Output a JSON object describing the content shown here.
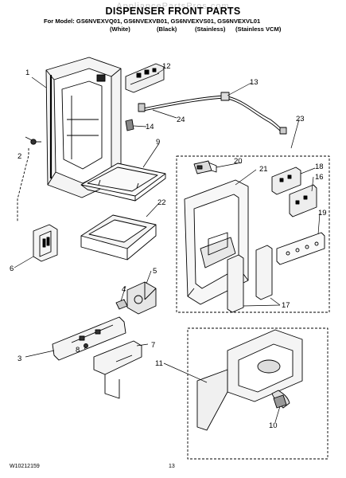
{
  "watermark": "AppliancePartsPros.com",
  "title": "DISPENSER FRONT PARTS",
  "models_line": "For Model: GS6NVEXVQ01, GS6NVEXVB01, GS6NVEXVS01, GS6NVEXVL01",
  "colors": [
    "(White)",
    "(Black)",
    "(Stainless)",
    "(Stainless VCM)"
  ],
  "callouts": {
    "c1": "1",
    "c2": "2",
    "c3": "3",
    "c4": "4",
    "c5": "5",
    "c6": "6",
    "c7": "7",
    "c8": "8",
    "c9": "9",
    "c10": "10",
    "c11": "11",
    "c12": "12",
    "c13": "13",
    "c14": "14",
    "c16": "16",
    "c17": "17",
    "c18": "18",
    "c19": "19",
    "c20": "20",
    "c21": "21",
    "c22": "22",
    "c23": "23",
    "c24": "24"
  },
  "footer": {
    "doc_number": "W10212159",
    "page": "13"
  }
}
